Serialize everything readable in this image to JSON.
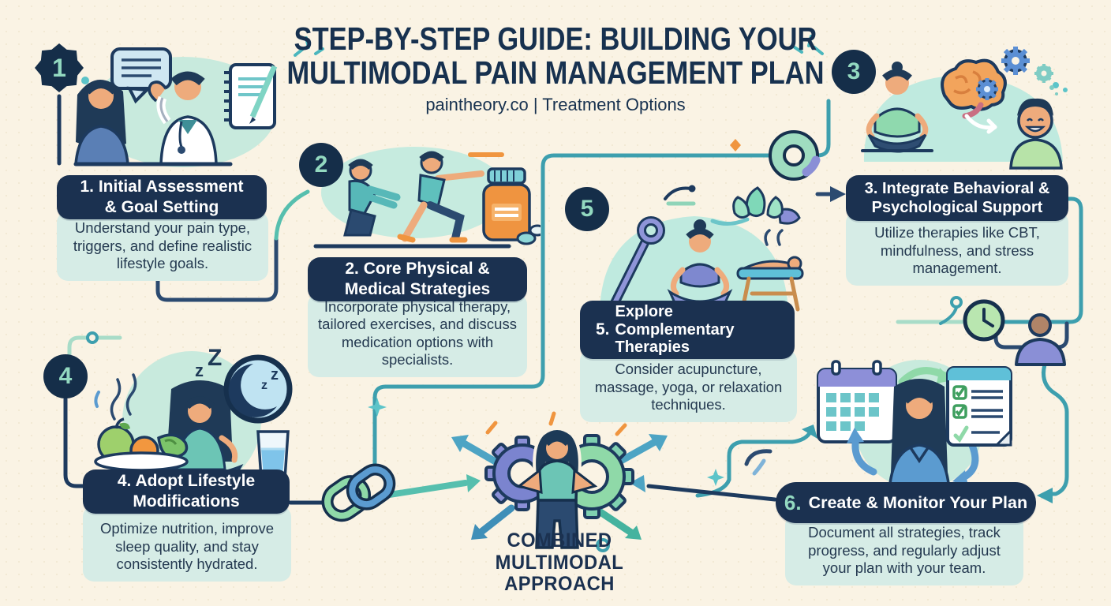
{
  "header": {
    "title_line1": "STEP-BY-STEP GUIDE: BUILDING YOUR",
    "title_line2": "MULTIMODAL PAIN MANAGEMENT PLAN",
    "subtitle": "paintheory.co | Treatment Options"
  },
  "steps": [
    {
      "badge": "1",
      "title_line1": "1. Initial Assessment",
      "title_line2": "& Goal Setting",
      "description": "Understand your pain type, triggers, and define realistic lifestyle goals.",
      "icons": [
        "badge-starburst-icon",
        "patient-icon",
        "doctor-icon",
        "speech-bubble-icon",
        "notepad-pen-icon"
      ]
    },
    {
      "badge": "2",
      "title_line1": "2. Core Physical &",
      "title_line2": "Medical Strategies",
      "description": "Incorporate physical therapy, tailored exercises, and discuss medication options with specialists.",
      "icons": [
        "physical-therapy-stretch-icon",
        "medication-bottle-icon",
        "pills-icon"
      ]
    },
    {
      "badge": "3",
      "title_line1": "3. Integrate Behavioral &",
      "title_line2": "Psychological Support",
      "description": "Utilize therapies like CBT, mindfulness, and stress management.",
      "icons": [
        "meditating-person-icon",
        "brain-gear-icon",
        "gear-icon",
        "smiling-person-icon"
      ]
    },
    {
      "badge": "4",
      "title_line1": "4. Adopt Lifestyle",
      "title_line2": "Modifications",
      "description": "Optimize nutrition, improve sleep quality, and stay consistently hydrated.",
      "icons": [
        "healthy-food-plate-icon",
        "resting-person-icon",
        "sleep-moon-icon",
        "water-glass-icon"
      ]
    },
    {
      "badge": "5",
      "title_number": "5.",
      "title_lines": [
        "Explore",
        "Complementary",
        "Therapies"
      ],
      "description": "Consider acupuncture, massage, yoga, or relaxation techniques.",
      "icons": [
        "acupuncture-needle-icon",
        "yoga-lotus-person-icon",
        "massage-table-icon",
        "lotus-flower-icon"
      ]
    },
    {
      "badge": "6",
      "title_number": "6.",
      "title_rest": "Create & Monitor Your Plan",
      "description": "Document all strategies, track progress, and regularly adjust your plan with your team.",
      "icons": [
        "calendar-icon",
        "checklist-icon",
        "cycle-arrows-icon",
        "monitoring-person-icon"
      ]
    }
  ],
  "center": {
    "lines": [
      "COMBINED",
      "MULTIMODAL",
      "APPROACH"
    ],
    "icons": [
      "gears-icon",
      "standing-person-icon",
      "radiating-arrows-icon"
    ]
  },
  "decor_icons": [
    "chain-link-icon",
    "donut-ring-icon",
    "clock-icon",
    "team-member-icon",
    "sparkle-icon",
    "dot-node-icon"
  ],
  "colors": {
    "background": "#faf3e4",
    "navy": "#1b3150",
    "outline_navy": "#1d3a5e",
    "mint_panel": "#d6ece6",
    "mint_blob": "#c8eadd",
    "teal": "#3d9fae",
    "badge_number": "#93d9c0",
    "arrow_blue": "#4da4c4",
    "orange": "#f0953f",
    "purple": "#8a8fd6",
    "skin": "#eeab7c"
  }
}
